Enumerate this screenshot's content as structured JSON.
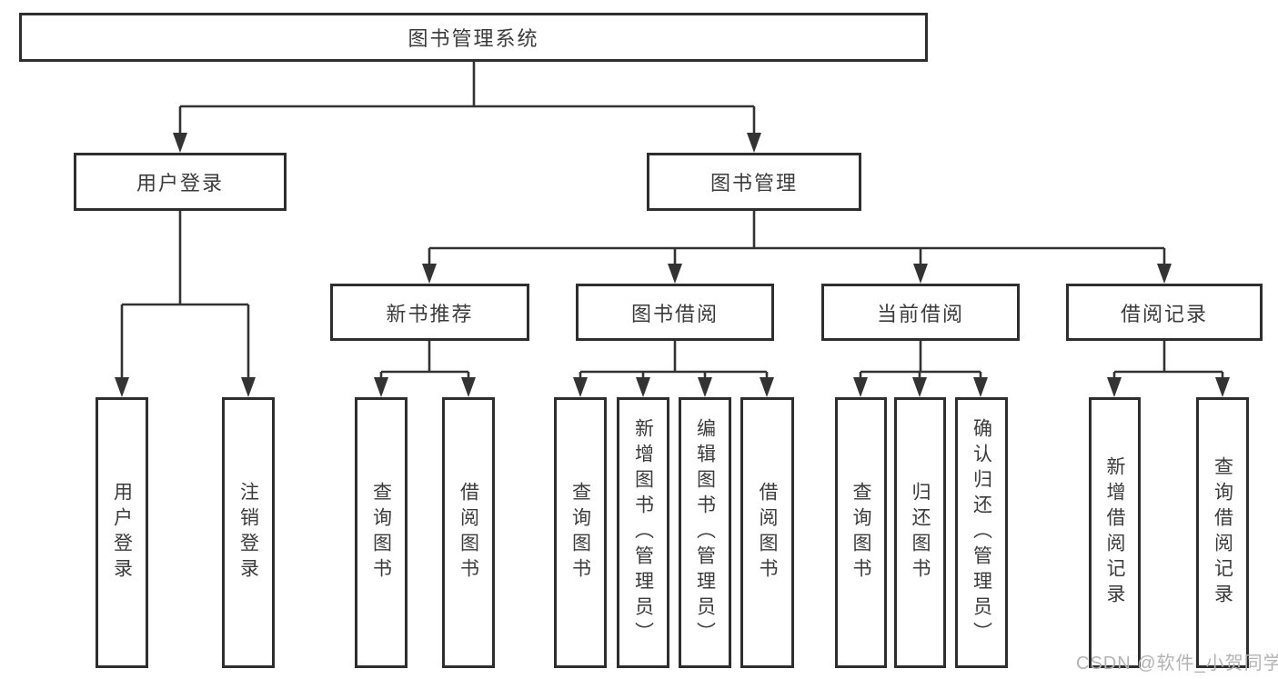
{
  "diagram": {
    "title": "图书管理系统",
    "branches": [
      {
        "label": "用户登录",
        "children": [
          {
            "label": "用户登录"
          },
          {
            "label": "注销登录"
          }
        ]
      },
      {
        "label": "图书管理",
        "children": [
          {
            "label": "新书推荐",
            "children": [
              {
                "label": "查询图书"
              },
              {
                "label": "借阅图书"
              }
            ]
          },
          {
            "label": "图书借阅",
            "children": [
              {
                "label": "查询图书"
              },
              {
                "label": "新增图书（管理员）"
              },
              {
                "label": "编辑图书（管理员）"
              },
              {
                "label": "借阅图书"
              }
            ]
          },
          {
            "label": "当前借阅",
            "children": [
              {
                "label": "查询图书"
              },
              {
                "label": "归还图书"
              },
              {
                "label": "确认归还（管理员）"
              }
            ]
          },
          {
            "label": "借阅记录",
            "children": [
              {
                "label": "新增借阅记录"
              },
              {
                "label": "查询借阅记录"
              }
            ]
          }
        ]
      }
    ]
  },
  "watermark": "CSDN @软件_小贺同学",
  "colors": {
    "line": "#333333",
    "border": "#2e2e2e",
    "text": "#3b3b3b",
    "background": "#ffffff",
    "watermark": "#b3b3b3"
  }
}
